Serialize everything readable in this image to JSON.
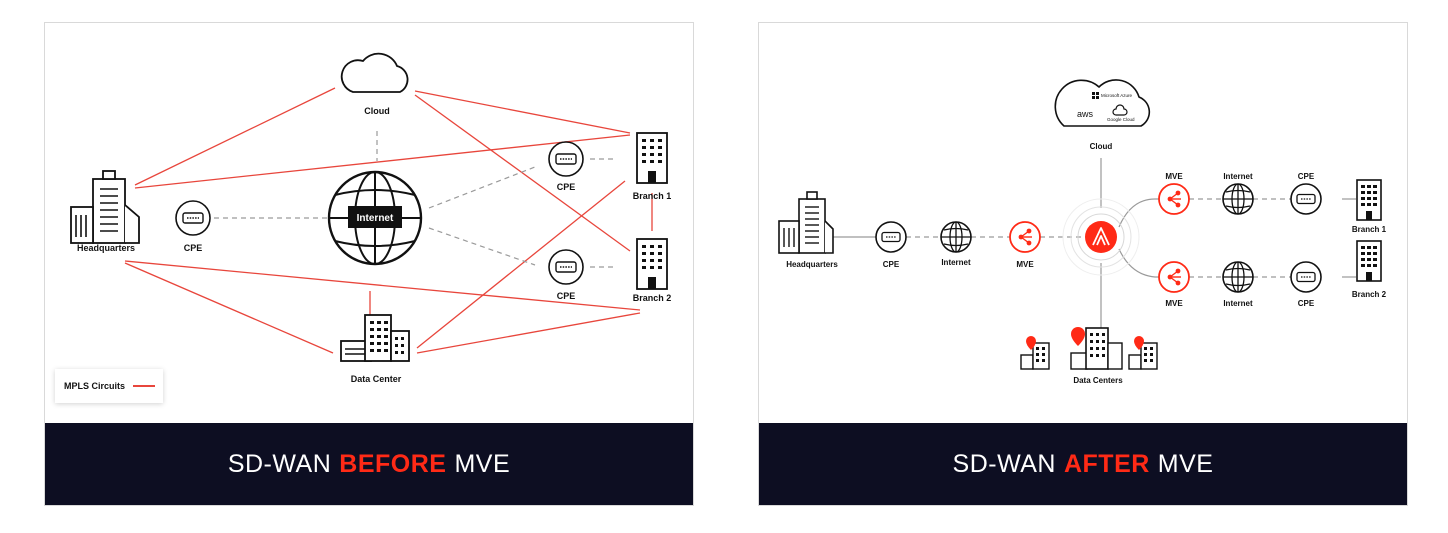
{
  "before": {
    "banner_prefix": "SD-WAN",
    "banner_highlight": "BEFORE",
    "banner_suffix": "MVE",
    "labels": {
      "cloud": "Cloud",
      "headquarters": "Headquarters",
      "cpe_hq": "CPE",
      "internet": "Internet",
      "cpe_branch1": "CPE",
      "cpe_branch2": "CPE",
      "branch1": "Branch 1",
      "branch2": "Branch 2",
      "data_center": "Data Center"
    },
    "legend_label": "MPLS Circuits"
  },
  "after": {
    "banner_prefix": "SD-WAN",
    "banner_highlight": "AFTER",
    "banner_suffix": "MVE",
    "labels": {
      "cloud": "Cloud",
      "cloud_azure": "Microsoft Azure",
      "cloud_aws": "aws",
      "cloud_google": "Google Cloud",
      "headquarters": "Headquarters",
      "cpe_hq": "CPE",
      "internet_hq": "Internet",
      "mve_hq": "MVE",
      "mve_top": "MVE",
      "internet_top": "Internet",
      "cpe_top": "CPE",
      "branch1": "Branch 1",
      "mve_bottom": "MVE",
      "internet_bottom": "Internet",
      "cpe_bottom": "CPE",
      "branch2": "Branch 2",
      "data_centers": "Data Centers"
    }
  },
  "colors": {
    "accent": "#ff2a16",
    "mpls_line": "#e8463c",
    "banner_bg": "#0d0e22",
    "dashed": "#9a9a9a"
  }
}
